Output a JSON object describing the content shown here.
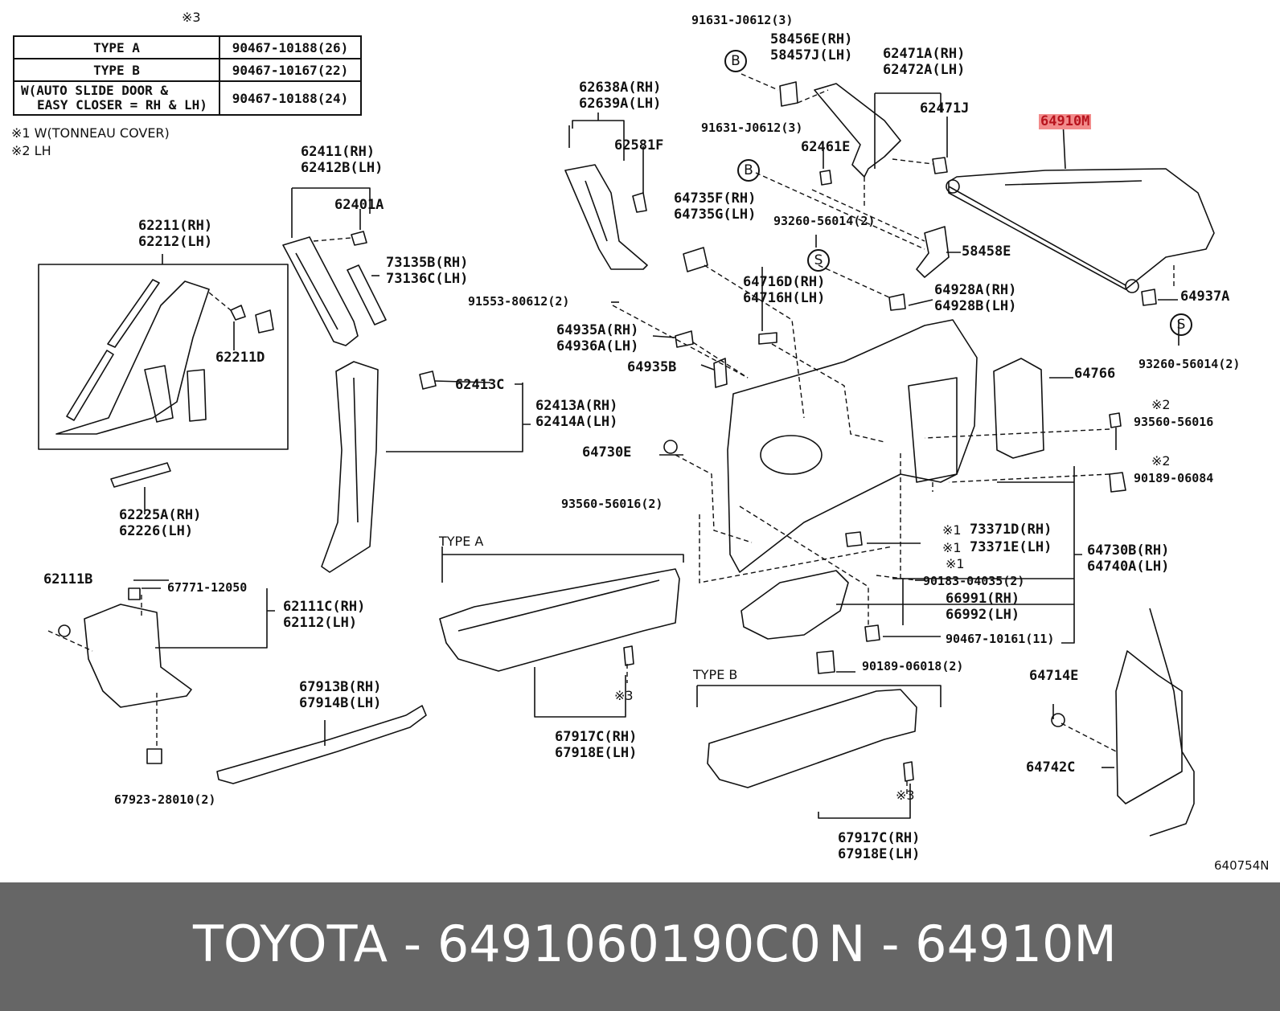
{
  "table": {
    "mark": "※3",
    "rows": [
      {
        "type": "TYPE A",
        "part": "90467-10188(26)"
      },
      {
        "type": "TYPE B",
        "part": "90467-10167(22)"
      },
      {
        "type_line1": "W(AUTO SLIDE DOOR &",
        "type_line2": "EASY CLOSER = RH & LH)",
        "part": "90467-10188(24)"
      }
    ]
  },
  "notes": [
    "※1 W(TONNEAU COVER)",
    "※2 LH"
  ],
  "labels": {
    "p91631a": "91631-J0612(3)",
    "p58456": "58456E(RH)",
    "p58457": "58457J(LH)",
    "p62471a": "62471A(RH)",
    "p62472a": "62472A(LH)",
    "p62471j": "62471J",
    "p64910m": "64910M",
    "p62638": "62638A(RH)",
    "p62639": "62639A(LH)",
    "p62581f": "62581F",
    "p91631b": "91631-J0612(3)",
    "p62461e": "62461E",
    "p62411": "62411(RH)",
    "p62412": "62412B(LH)",
    "p62401": "62401A",
    "p64735f": "64735F(RH)",
    "p64735g": "64735G(LH)",
    "p93260a": "93260-56014(2)",
    "p58458e": "58458E",
    "p62211": "62211(RH)",
    "p62212": "62212(LH)",
    "p73135": "73135B(RH)",
    "p73136": "73136C(LH)",
    "p64716d": "64716D(RH)",
    "p64716h": "64716H(LH)",
    "p64928a": "64928A(RH)",
    "p64928b": "64928B(LH)",
    "p64937a": "64937A",
    "p91553": "91553-80612(2)",
    "p62211d": "62211D",
    "p64935a": "64935A(RH)",
    "p64936a": "64936A(LH)",
    "p93260b": "93260-56014(2)",
    "p64935b": "64935B",
    "p64766": "64766",
    "p62413c": "62413C",
    "m2a": "※2",
    "p93560a": "93560-56016",
    "p62413a": "62413A(RH)",
    "p62414a": "62414A(LH)",
    "p64730e": "64730E",
    "m2b": "※2",
    "p90189a": "90189-06084",
    "p62225": "62225A(RH)",
    "p62226": "62226(LH)",
    "p93560b": "93560-56016(2)",
    "typeA": "TYPE A",
    "m1a": "※1",
    "p73371d": "73371D(RH)",
    "m1b": "※1",
    "p73371e": "73371E(LH)",
    "p64730b": "64730B(RH)",
    "p64740a": "64740A(LH)",
    "m1c": "※1",
    "p90183": "90183-04035(2)",
    "p62111b": "62111B",
    "p67771": "67771-12050",
    "p62111c": "62111C(RH)",
    "p62112": "62112(LH)",
    "p66991": "66991(RH)",
    "p66992": "66992(LH)",
    "p90467": "90467-10161(11)",
    "p90189b": "90189-06018(2)",
    "p67913": "67913B(RH)",
    "p67914": "67914B(LH)",
    "typeB": "TYPE B",
    "p64714e": "64714E",
    "m3a": "※3",
    "p67917a": "67917C(RH)",
    "p67918a": "67918E(LH)",
    "p64742c": "64742C",
    "m3b": "※3",
    "p67923": "67923-28010(2)",
    "p67917b": "67917C(RH)",
    "p67918b": "67918E(LH)",
    "code": "640754N"
  },
  "circles": {
    "b": "B",
    "s": "S"
  },
  "footer": {
    "brand_part": "TOYOTA - 6491060190C0",
    "ref": "N - 64910M"
  },
  "highlight_color": "#f28b8b",
  "highlight_text_color": "#b8141e",
  "footer_bg": "#666666"
}
